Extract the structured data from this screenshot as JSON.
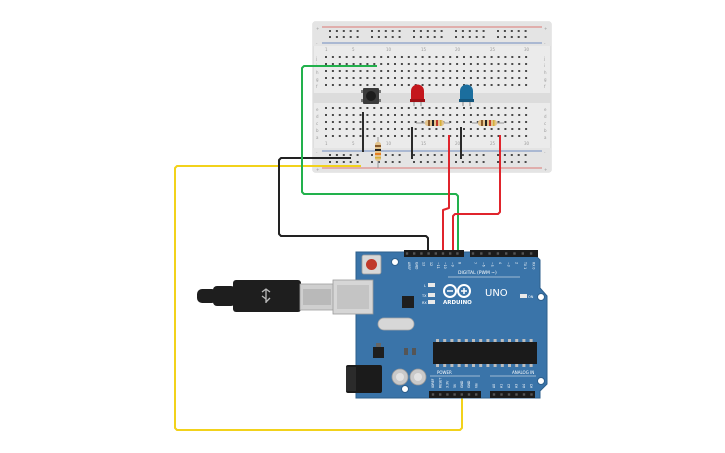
{
  "breadboard": {
    "row_letters_top": [
      "j",
      "i",
      "h",
      "g",
      "f"
    ],
    "row_letters_bottom": [
      "e",
      "d",
      "c",
      "b",
      "a"
    ],
    "column_numbers": [
      "1",
      "5",
      "10",
      "15",
      "20",
      "25",
      "30"
    ],
    "rail_plus": "+",
    "rail_minus": "-"
  },
  "components": {
    "led_red_color": "#c4161c",
    "led_blue_color": "#1b6e9e"
  },
  "wires": {
    "green": "#22b14c",
    "red": "#e0242c",
    "black": "#222222",
    "yellow": "#f2d21b"
  },
  "arduino": {
    "board_color": "#3a74a9",
    "logo_text": "ARDUINO",
    "model_text": "UNO",
    "digital_label": "DIGITAL (PWM ~)",
    "power_label": "POWER",
    "analog_label": "ANALOG IN",
    "led_labels": [
      "L",
      "TX",
      "RX"
    ],
    "on_label": "ON",
    "digital_pins": [
      "AREF",
      "GND",
      "13",
      "12",
      "~11",
      "~10",
      "~9",
      "8",
      "7",
      "~6",
      "~5",
      "4",
      "~3",
      "2",
      "TX 1",
      "RX 0"
    ],
    "power_pins": [
      "IOREF",
      "RESET",
      "3.3V",
      "5V",
      "GND",
      "GND",
      "Vin"
    ],
    "analog_pins": [
      "A0",
      "A1",
      "A2",
      "A3",
      "A4",
      "A5"
    ]
  }
}
